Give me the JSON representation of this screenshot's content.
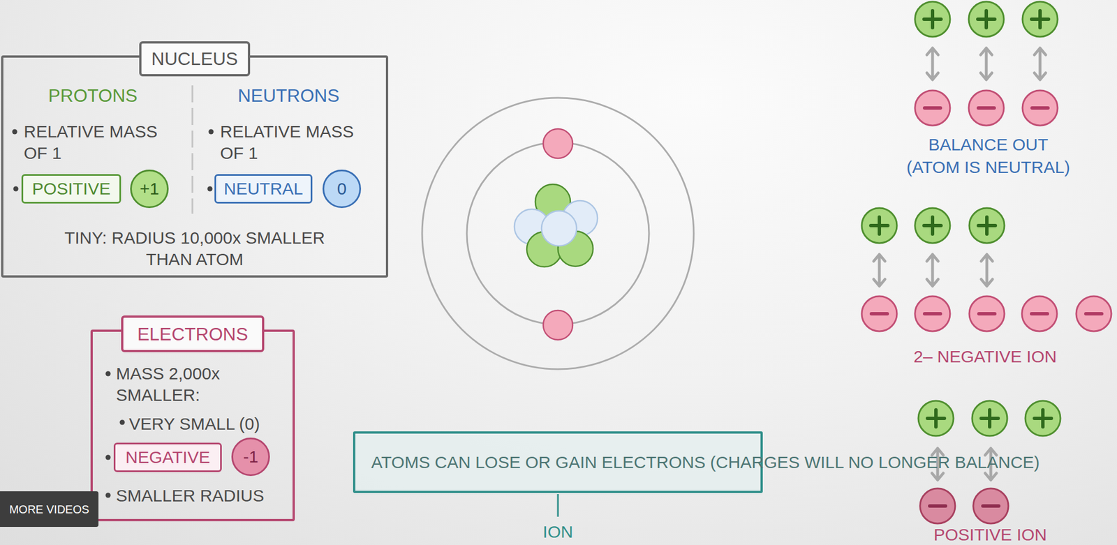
{
  "diagram": {
    "nodes": [
      {
        "text": [
          "PROTONS",
          "RELATIVE MASS OF 1",
          "NEUTRONS",
          "RELATIVE MASS OF 1",
          "TINY: RADIUS 10,000x SMALLER THAN ATOM"
        ]
      },
      {
        "text": [
          "NUCLEUS"
        ],
        "in": 0
      },
      {
        "text": [
          "POSITIVE"
        ],
        "in": 0
      },
      {
        "text": [
          "+1"
        ],
        "in": 0
      },
      {
        "text": [
          "NEUTRAL"
        ],
        "in": 0
      },
      {
        "text": [
          "0"
        ],
        "in": 0
      },
      {
        "text": [
          "MASS 2,000x SMALLER:",
          "VERY SMALL (0)",
          "SMALLER RADIUS"
        ]
      },
      {
        "text": [
          "ELECTRONS"
        ],
        "in": 6
      },
      {
        "text": [
          "NEGATIVE"
        ],
        "in": 6
      },
      {
        "text": [
          "-1"
        ],
        "in": 6
      },
      {
        "text": [
          "ATOMS CAN LOSE OR GAIN ELECTRONS (CHARGES WILL NO LONGER BALANCE)"
        ]
      }
    ],
    "labels": [
      "ION",
      "BALANCE OUT (ATOM IS NEUTRAL)",
      "2– NEGATIVE ION",
      "POSITIVE ION",
      "MORE VIDEOS"
    ]
  }
}
